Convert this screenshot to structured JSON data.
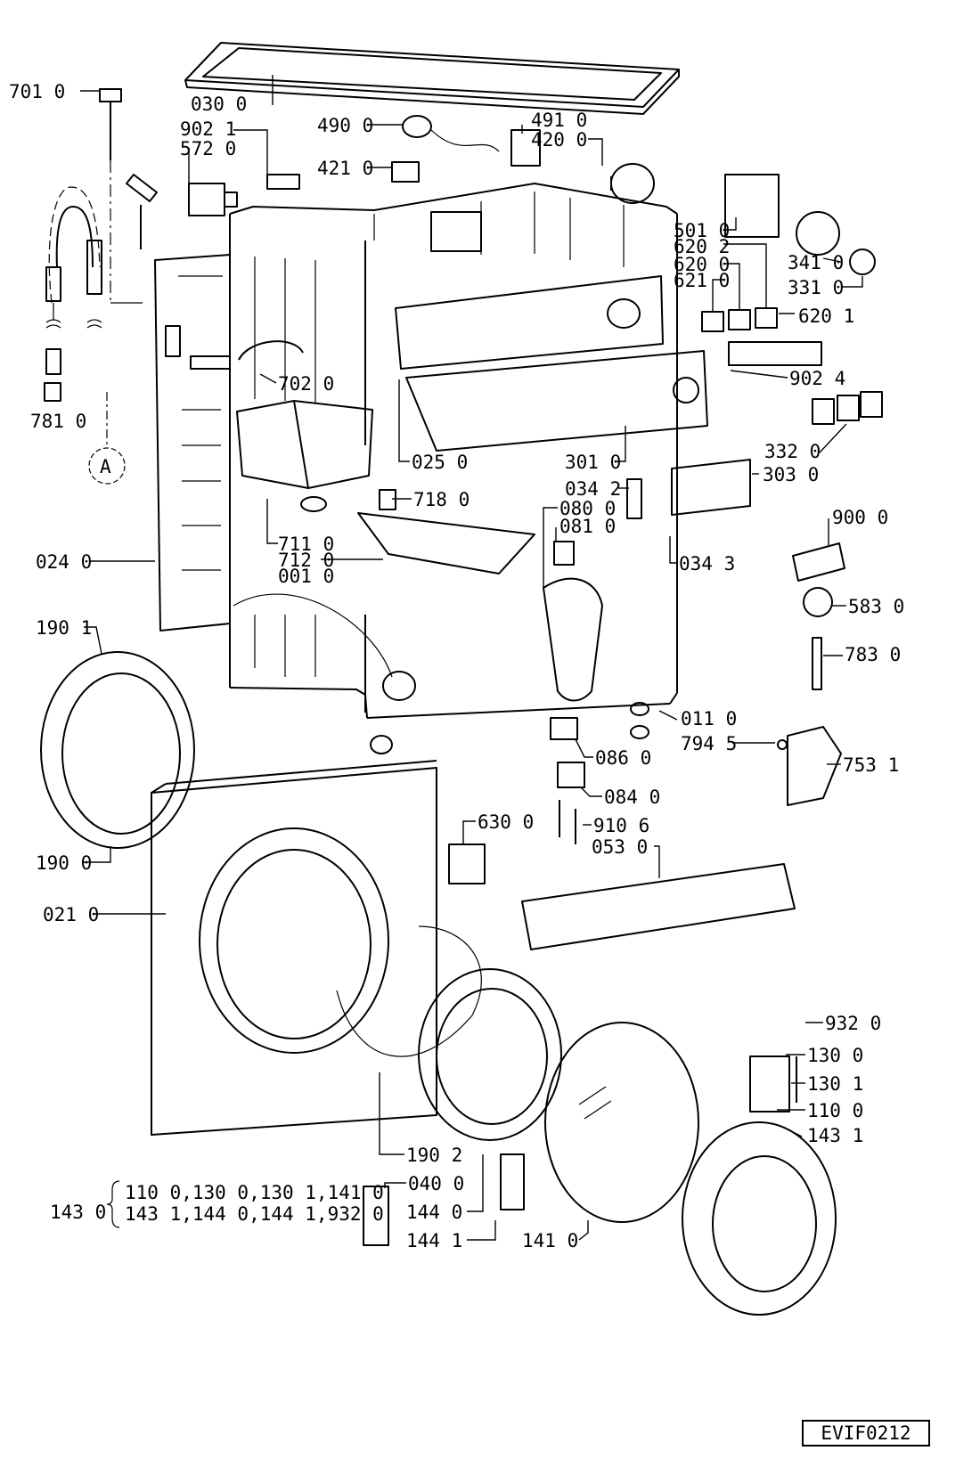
{
  "diagram": {
    "code": "EVIF0212",
    "detail_marker": "A",
    "labels": [
      {
        "id": "p030",
        "text": "030 0"
      },
      {
        "id": "p701",
        "text": "701 0"
      },
      {
        "id": "p902a",
        "text": "902 1"
      },
      {
        "id": "p572",
        "text": "572 0"
      },
      {
        "id": "p490",
        "text": "490 0"
      },
      {
        "id": "p491",
        "text": "491 0"
      },
      {
        "id": "p420",
        "text": "420 0"
      },
      {
        "id": "p421",
        "text": "421 0"
      },
      {
        "id": "p501",
        "text": "501 0"
      },
      {
        "id": "p6202",
        "text": "620 2"
      },
      {
        "id": "p6200",
        "text": "620 0"
      },
      {
        "id": "p621",
        "text": "621 0"
      },
      {
        "id": "p6201",
        "text": "620 1"
      },
      {
        "id": "p341",
        "text": "341 0"
      },
      {
        "id": "p331",
        "text": "331 0"
      },
      {
        "id": "p902b",
        "text": "902 4"
      },
      {
        "id": "p702",
        "text": "702 0"
      },
      {
        "id": "p781",
        "text": "781 0"
      },
      {
        "id": "p332",
        "text": "332 0"
      },
      {
        "id": "p025",
        "text": "025 0"
      },
      {
        "id": "p301",
        "text": "301 0"
      },
      {
        "id": "p303",
        "text": "303 0"
      },
      {
        "id": "p0342",
        "text": "034 2"
      },
      {
        "id": "p718",
        "text": "718 0"
      },
      {
        "id": "p080",
        "text": "080 0"
      },
      {
        "id": "p081",
        "text": "081 0"
      },
      {
        "id": "p900",
        "text": "900 0"
      },
      {
        "id": "p0343",
        "text": "034 3"
      },
      {
        "id": "p711",
        "text": "711 0"
      },
      {
        "id": "p712",
        "text": "712 0"
      },
      {
        "id": "p001",
        "text": "001 0"
      },
      {
        "id": "p024",
        "text": "024 0"
      },
      {
        "id": "p583",
        "text": "583 0"
      },
      {
        "id": "p1901",
        "text": "190 1"
      },
      {
        "id": "p783",
        "text": "783 0"
      },
      {
        "id": "p011",
        "text": "011 0"
      },
      {
        "id": "p794",
        "text": "794 5"
      },
      {
        "id": "p086",
        "text": "086 0"
      },
      {
        "id": "p753",
        "text": "753 1"
      },
      {
        "id": "p084",
        "text": "084 0"
      },
      {
        "id": "p630",
        "text": "630 0"
      },
      {
        "id": "p910",
        "text": "910 6"
      },
      {
        "id": "p053",
        "text": "053 0"
      },
      {
        "id": "p1900",
        "text": "190 0"
      },
      {
        "id": "p021",
        "text": "021 0"
      },
      {
        "id": "p932",
        "text": "932 0"
      },
      {
        "id": "p1300",
        "text": "130 0"
      },
      {
        "id": "p1301",
        "text": "130 1"
      },
      {
        "id": "p110",
        "text": "110 0"
      },
      {
        "id": "p1431",
        "text": "143 1"
      },
      {
        "id": "p1902",
        "text": "190 2"
      },
      {
        "id": "p040",
        "text": "040 0"
      },
      {
        "id": "p1440",
        "text": "144 0"
      },
      {
        "id": "p1441",
        "text": "144 1"
      },
      {
        "id": "p141",
        "text": "141 0"
      }
    ],
    "kit": {
      "label": "143 0",
      "line1": "110 0,130 0,130 1,141 0",
      "line2": "143 1,144 0,144 1,932 0"
    }
  }
}
